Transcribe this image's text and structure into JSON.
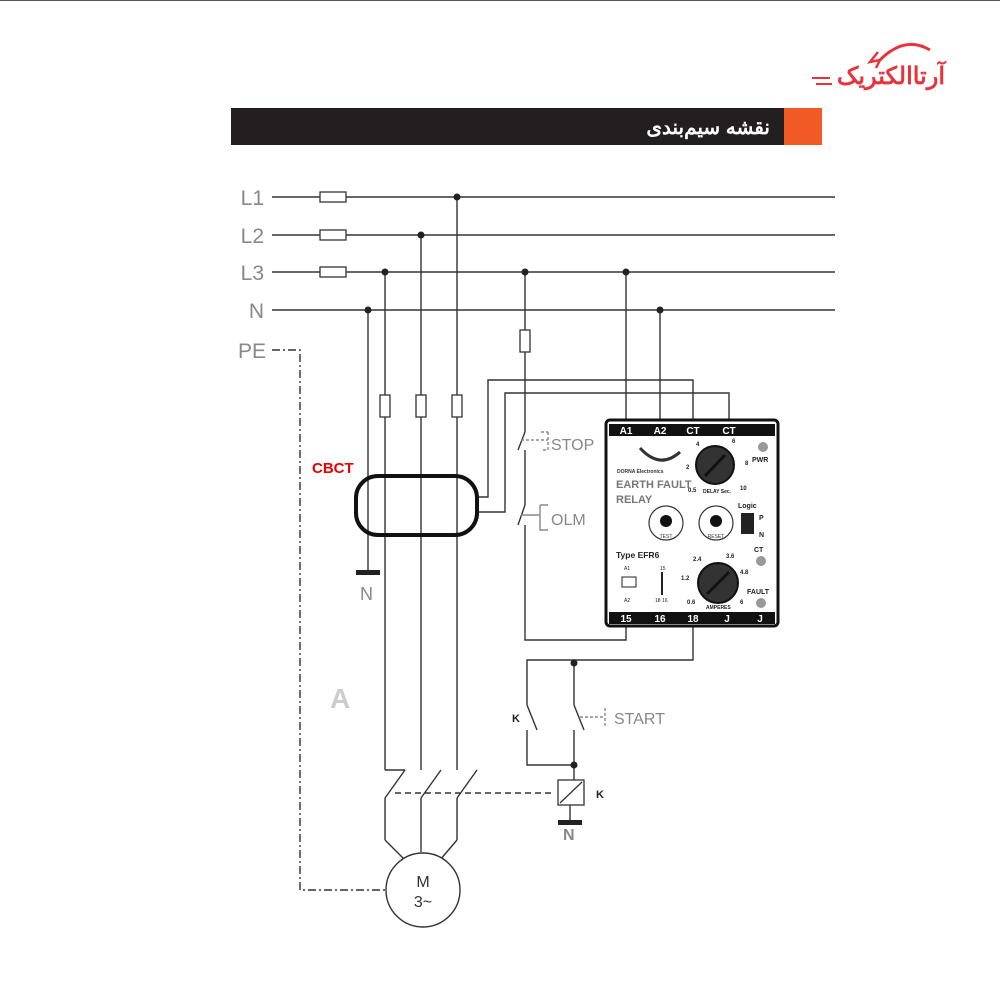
{
  "brand": {
    "logo_text": "آرتاالکتریک",
    "color": "#e8333a"
  },
  "header": {
    "title": "نقشه سیم‌بندی",
    "bar_color": "#231f20",
    "accent": "#f15a24"
  },
  "lines": [
    "L1",
    "L2",
    "L3",
    "N",
    "PE"
  ],
  "cbct_label": "CBCT",
  "neutral_label": "N",
  "contacts": {
    "stop": "STOP",
    "olm": "OLM",
    "start": "START",
    "k": "K"
  },
  "motor": {
    "line1": "M",
    "line2": "3~"
  },
  "relay": {
    "top_terminals": [
      "A1",
      "A2",
      "CT",
      "CT",
      ""
    ],
    "bottom_terminals": [
      "15",
      "16",
      "18",
      "J",
      "J"
    ],
    "brand": "DORNA Electronics",
    "title1": "EARTH FAULT",
    "title2": "RELAY",
    "type": "Type EFR6",
    "delay_label": "DELAY Sec.",
    "delay_ticks": [
      "0.5",
      "2",
      "4",
      "6",
      "8",
      "10"
    ],
    "amp_label": "AMPERES",
    "amp_ticks": [
      "0.6",
      "1.2",
      "2.4",
      "3.6",
      "4.8",
      "6"
    ],
    "test": "TEST",
    "reset": "RESET",
    "logic": "Logic",
    "logic_p": "P",
    "logic_n": "N",
    "pwr": "PWR",
    "ct": "CT",
    "fault": "FAULT",
    "sym_a1": "A1",
    "sym_a2": "A2",
    "sym_15": "15",
    "sym_1816": "18 16"
  }
}
